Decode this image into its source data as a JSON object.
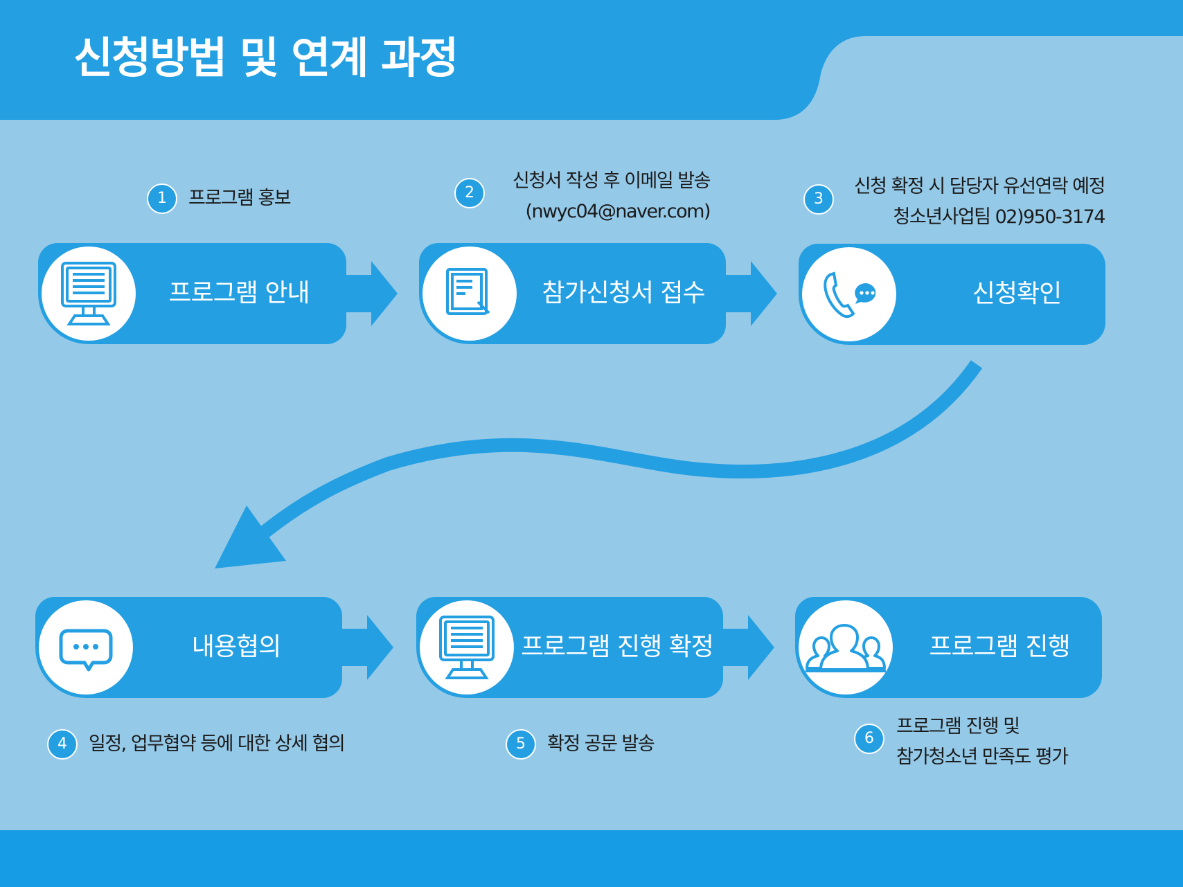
{
  "title": "신청방법 및 연계 과정",
  "colors": {
    "background": "#95c9e8",
    "header": "#239fe2",
    "accent": "#239fe2",
    "footer": "#159ce4",
    "icon_stroke": "#239fe2"
  },
  "steps": [
    {
      "number": "1",
      "label": "프로그램 안내",
      "icon": "monitor-icon",
      "note": [
        "프로그램 홍보"
      ]
    },
    {
      "number": "2",
      "label": "참가신청서 접수",
      "icon": "document-icon",
      "note": [
        "신청서 작성 후 이메일 발송",
        "(nwyc04@naver.com)"
      ]
    },
    {
      "number": "3",
      "label": "신청확인",
      "icon": "phone-chat-icon",
      "note": [
        "신청 확정 시 담당자 유선연락 예정",
        "청소년사업팀 02)950-3174"
      ]
    },
    {
      "number": "4",
      "label": "내용협의",
      "icon": "chat-bubble-icon",
      "note": [
        "일정, 업무협약 등에 대한 상세 협의"
      ]
    },
    {
      "number": "5",
      "label": "프로그램 진행 확정",
      "icon": "monitor-icon",
      "note": [
        "확정 공문 발송"
      ]
    },
    {
      "number": "6",
      "label": "프로그램 진행",
      "icon": "people-group-icon",
      "note": [
        "프로그램 진행 및",
        "참가청소년 만족도 평가"
      ]
    }
  ]
}
